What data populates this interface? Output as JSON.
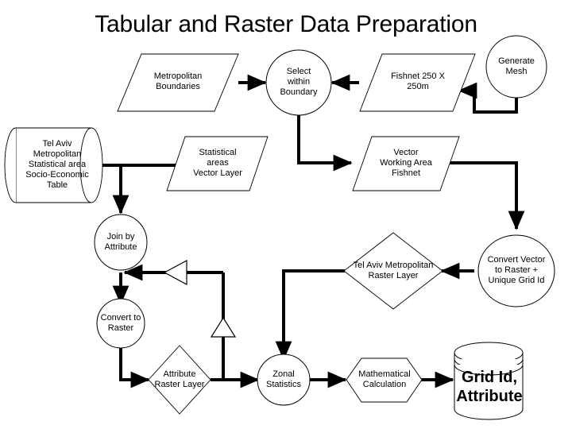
{
  "title": "Tabular and Raster Data Preparation",
  "diagram": {
    "type": "flowchart",
    "nodes": [
      {
        "id": "metropolitan-boundaries",
        "label": "Metropolitan\nBoundaries",
        "shape": "parallelogram"
      },
      {
        "id": "select-within-boundary",
        "label": "Select\nwithin\nBoundary",
        "shape": "ellipse"
      },
      {
        "id": "fishnet-250",
        "label": "Fishnet 250 X\n250m",
        "shape": "parallelogram"
      },
      {
        "id": "generate-mesh",
        "label": "Generate\nMesh",
        "shape": "ellipse"
      },
      {
        "id": "tel-aviv-socio-economic-table",
        "label": "Tel Aviv\nMetropolitan\nStatistical area\nSocio-Economic\nTable",
        "shape": "cylinder-horizontal"
      },
      {
        "id": "statistical-areas-vector-layer",
        "label": "Statistical\nareas\nVector Layer",
        "shape": "parallelogram"
      },
      {
        "id": "vector-working-area-fishnet",
        "label": "Vector\nWorking Area\nFishnet",
        "shape": "parallelogram"
      },
      {
        "id": "join-by-attribute",
        "label": "Join by\nAttribute",
        "shape": "ellipse"
      },
      {
        "id": "tel-aviv-metropolitan-raster-layer",
        "label": "Tel Aviv Metropolitan\nRaster Layer",
        "shape": "diamond"
      },
      {
        "id": "convert-vector-to-raster",
        "label": "Convert Vector\nto Raster +\nUnique Grid Id",
        "shape": "ellipse"
      },
      {
        "id": "convert-to-raster",
        "label": "Convert to\nRaster",
        "shape": "ellipse"
      },
      {
        "id": "attribute-raster-layer",
        "label": "Attribute\nRaster Layer",
        "shape": "diamond"
      },
      {
        "id": "zonal-statistics",
        "label": "Zonal\nStatistics",
        "shape": "ellipse"
      },
      {
        "id": "mathematical-calculation",
        "label": "Mathematical\nCalculation",
        "shape": "hexagon"
      },
      {
        "id": "grid-id-attribute",
        "label": "Grid Id,\nAttribute",
        "shape": "cylinder-database"
      }
    ],
    "colors": {
      "stroke": "#000000",
      "fill": "#ffffff",
      "connector": "#000000"
    }
  }
}
